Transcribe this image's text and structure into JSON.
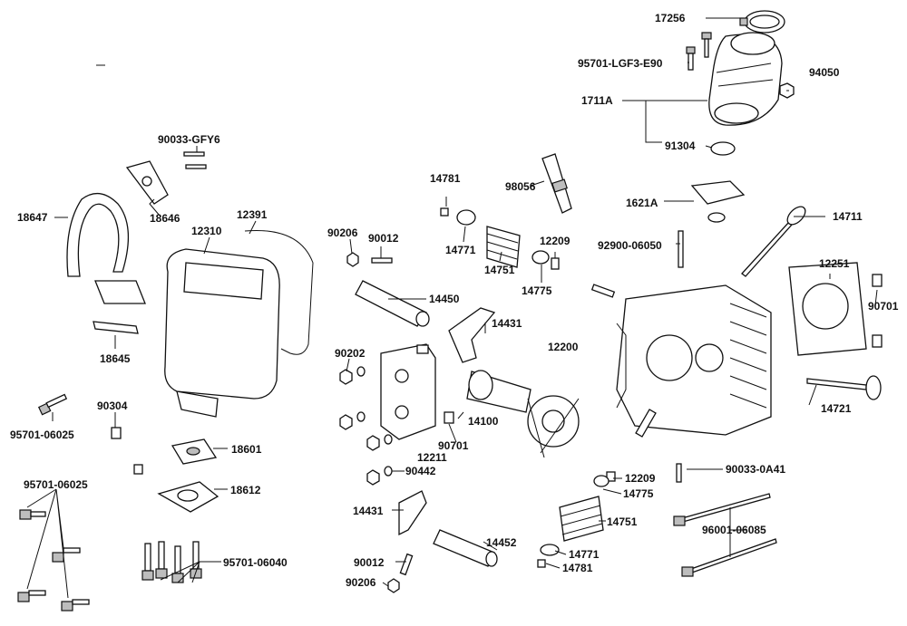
{
  "diagram": {
    "type": "exploded parts diagram",
    "labels": [
      {
        "id": "p17256",
        "text": "17256"
      },
      {
        "id": "p95701lgf3",
        "text": "95701-LGF3-E90"
      },
      {
        "id": "p94050",
        "text": "94050"
      },
      {
        "id": "p1711a",
        "text": "1711A"
      },
      {
        "id": "p91304",
        "text": "91304"
      },
      {
        "id": "p90033gfy6",
        "text": "90033-GFY6"
      },
      {
        "id": "p18647",
        "text": "18647"
      },
      {
        "id": "p18646",
        "text": "18646"
      },
      {
        "id": "p12391",
        "text": "12391"
      },
      {
        "id": "p12310",
        "text": "12310"
      },
      {
        "id": "p18645",
        "text": "18645"
      },
      {
        "id": "p14781a",
        "text": "14781"
      },
      {
        "id": "p98056",
        "text": "98056"
      },
      {
        "id": "p1621a",
        "text": "1621A"
      },
      {
        "id": "p14711",
        "text": "14711"
      },
      {
        "id": "p90206a",
        "text": "90206"
      },
      {
        "id": "p90012a",
        "text": "90012"
      },
      {
        "id": "p14771a",
        "text": "14771"
      },
      {
        "id": "p12209a",
        "text": "12209"
      },
      {
        "id": "p14751a",
        "text": "14751"
      },
      {
        "id": "p14775a",
        "text": "14775"
      },
      {
        "id": "p9290006050",
        "text": "92900-06050"
      },
      {
        "id": "p12251",
        "text": "12251"
      },
      {
        "id": "p90701a",
        "text": "90701"
      },
      {
        "id": "p14450",
        "text": "14450"
      },
      {
        "id": "p14431a",
        "text": "14431"
      },
      {
        "id": "p12200",
        "text": "12200"
      },
      {
        "id": "p90202",
        "text": "90202"
      },
      {
        "id": "p90304",
        "text": "90304"
      },
      {
        "id": "p14721",
        "text": "14721"
      },
      {
        "id": "p9570106025a",
        "text": "95701-06025"
      },
      {
        "id": "p14100",
        "text": "14100"
      },
      {
        "id": "p90701b",
        "text": "90701"
      },
      {
        "id": "p12211",
        "text": "12211"
      },
      {
        "id": "p18601",
        "text": "18601"
      },
      {
        "id": "p90442",
        "text": "90442"
      },
      {
        "id": "p900330a41",
        "text": "90033-0A41"
      },
      {
        "id": "p12209b",
        "text": "12209"
      },
      {
        "id": "p14775b",
        "text": "14775"
      },
      {
        "id": "p9570106025b",
        "text": "95701-06025"
      },
      {
        "id": "p18612",
        "text": "18612"
      },
      {
        "id": "p14431b",
        "text": "14431"
      },
      {
        "id": "p14751b",
        "text": "14751"
      },
      {
        "id": "p9600106085",
        "text": "96001-06085"
      },
      {
        "id": "p14452",
        "text": "14452"
      },
      {
        "id": "p9570106040",
        "text": "95701-06040"
      },
      {
        "id": "p90012b",
        "text": "90012"
      },
      {
        "id": "p14771b",
        "text": "14771"
      },
      {
        "id": "p14781b",
        "text": "14781"
      },
      {
        "id": "p90206b",
        "text": "90206"
      }
    ]
  }
}
